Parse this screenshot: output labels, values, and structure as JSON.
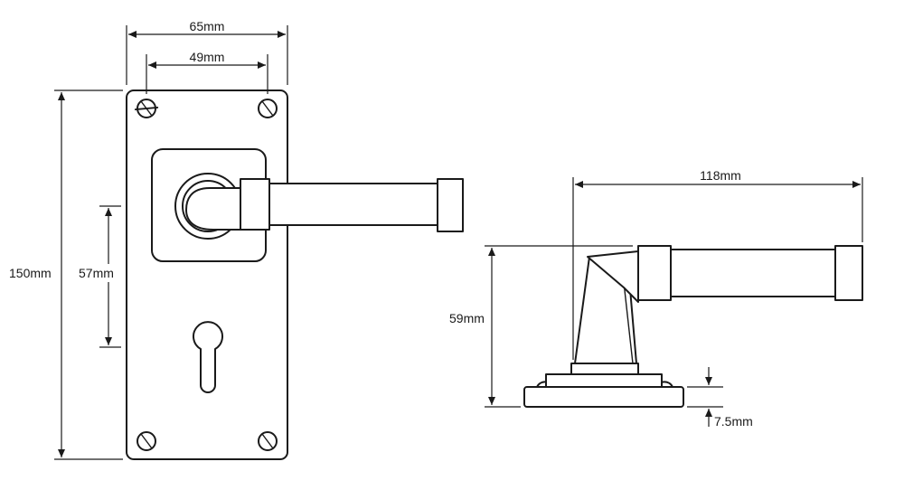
{
  "dimensions": {
    "plate_width": "65mm",
    "screw_spacing": "49mm",
    "plate_height": "150mm",
    "lever_to_keyhole": "57mm",
    "lever_length": "118mm",
    "projection": "59mm",
    "rose_thickness": "7.5mm"
  }
}
